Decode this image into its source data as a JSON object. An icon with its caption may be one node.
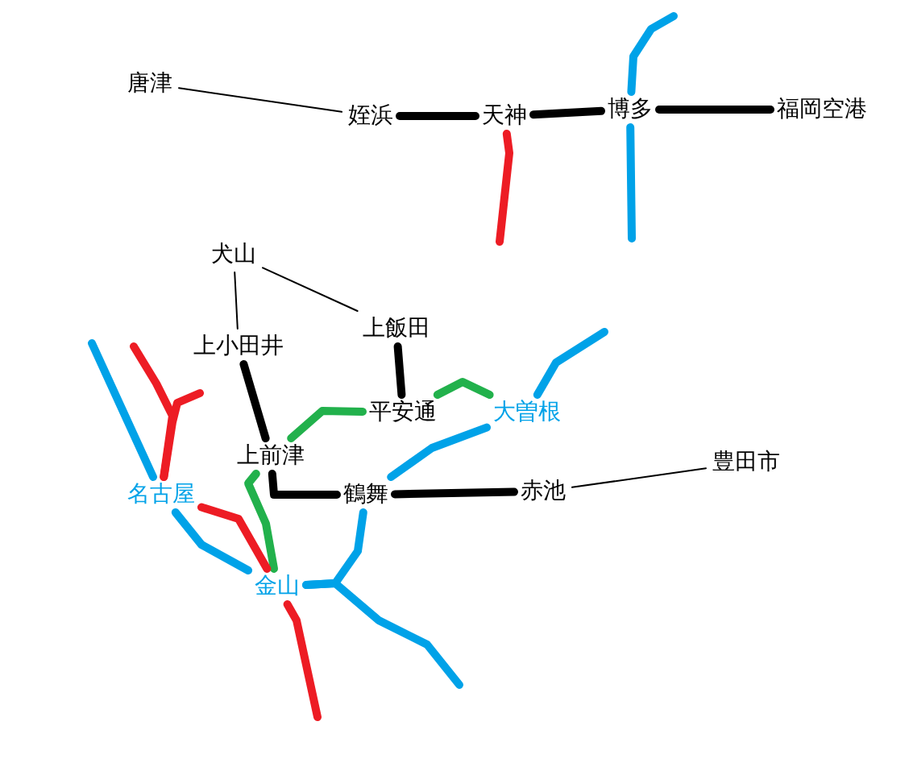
{
  "diagram": {
    "nodes": [
      {
        "text": [
          "唐津"
        ]
      },
      {
        "text": [
          "姪浜"
        ]
      },
      {
        "text": [
          "天神"
        ]
      },
      {
        "text": [
          "博多"
        ]
      },
      {
        "text": [
          "福岡空港"
        ]
      },
      {
        "text": [
          "犬山"
        ]
      },
      {
        "text": [
          "上飯田"
        ]
      },
      {
        "text": [
          "上小田井"
        ]
      },
      {
        "text": [
          "平安通"
        ]
      },
      {
        "text": [
          "大曽根"
        ]
      },
      {
        "text": [
          "上前津"
        ]
      },
      {
        "text": [
          "名古屋"
        ]
      },
      {
        "text": [
          "鶴舞"
        ]
      },
      {
        "text": [
          "赤池"
        ]
      },
      {
        "text": [
          "豊田市"
        ]
      },
      {
        "text": [
          "金山"
        ]
      }
    ],
    "edges": [
      {
        "from": 0,
        "to": 1,
        "arrow": "none"
      },
      {
        "from": 1,
        "to": 2,
        "arrow": "none"
      },
      {
        "from": 2,
        "to": 3,
        "arrow": "none"
      },
      {
        "from": 3,
        "to": 4,
        "arrow": "none"
      },
      {
        "from": 2,
        "to": null,
        "arrow": "none",
        "color": "#ed1c24"
      },
      {
        "from": 3,
        "to": null,
        "arrow": "none",
        "color": "#00a2e8"
      },
      {
        "from": 3,
        "to": null,
        "arrow": "none",
        "color": "#00a2e8"
      },
      {
        "from": 5,
        "to": 7,
        "arrow": "none"
      },
      {
        "from": 5,
        "to": 6,
        "arrow": "none"
      },
      {
        "from": 6,
        "to": 8,
        "arrow": "none"
      },
      {
        "from": 7,
        "to": 10,
        "arrow": "none"
      },
      {
        "from": 10,
        "to": 12,
        "arrow": "none"
      },
      {
        "from": 12,
        "to": 13,
        "arrow": "none"
      },
      {
        "from": 13,
        "to": 14,
        "arrow": "none"
      },
      {
        "from": 10,
        "to": 8,
        "arrow": "none",
        "color": "#22b14c"
      },
      {
        "from": 8,
        "to": 9,
        "arrow": "none",
        "color": "#22b14c"
      },
      {
        "from": 10,
        "to": 15,
        "arrow": "none",
        "color": "#22b14c"
      },
      {
        "from": null,
        "to": 11,
        "arrow": "none",
        "color": "#ed1c24"
      },
      {
        "from": null,
        "to": 11,
        "arrow": "none",
        "color": "#ed1c24"
      },
      {
        "from": null,
        "to": 11,
        "arrow": "none",
        "color": "#00a2e8"
      },
      {
        "from": 11,
        "to": 15,
        "arrow": "none",
        "color": "#ed1c24"
      },
      {
        "from": 11,
        "to": 15,
        "arrow": "none",
        "color": "#00a2e8"
      },
      {
        "from": 15,
        "to": 12,
        "arrow": "none",
        "color": "#00a2e8"
      },
      {
        "from": 15,
        "to": null,
        "arrow": "none",
        "color": "#00a2e8"
      },
      {
        "from": 15,
        "to": null,
        "arrow": "none",
        "color": "#ed1c24"
      },
      {
        "from": 12,
        "to": 9,
        "arrow": "none",
        "color": "#00a2e8"
      },
      {
        "from": 9,
        "to": null,
        "arrow": "none",
        "color": "#00a2e8"
      }
    ]
  }
}
